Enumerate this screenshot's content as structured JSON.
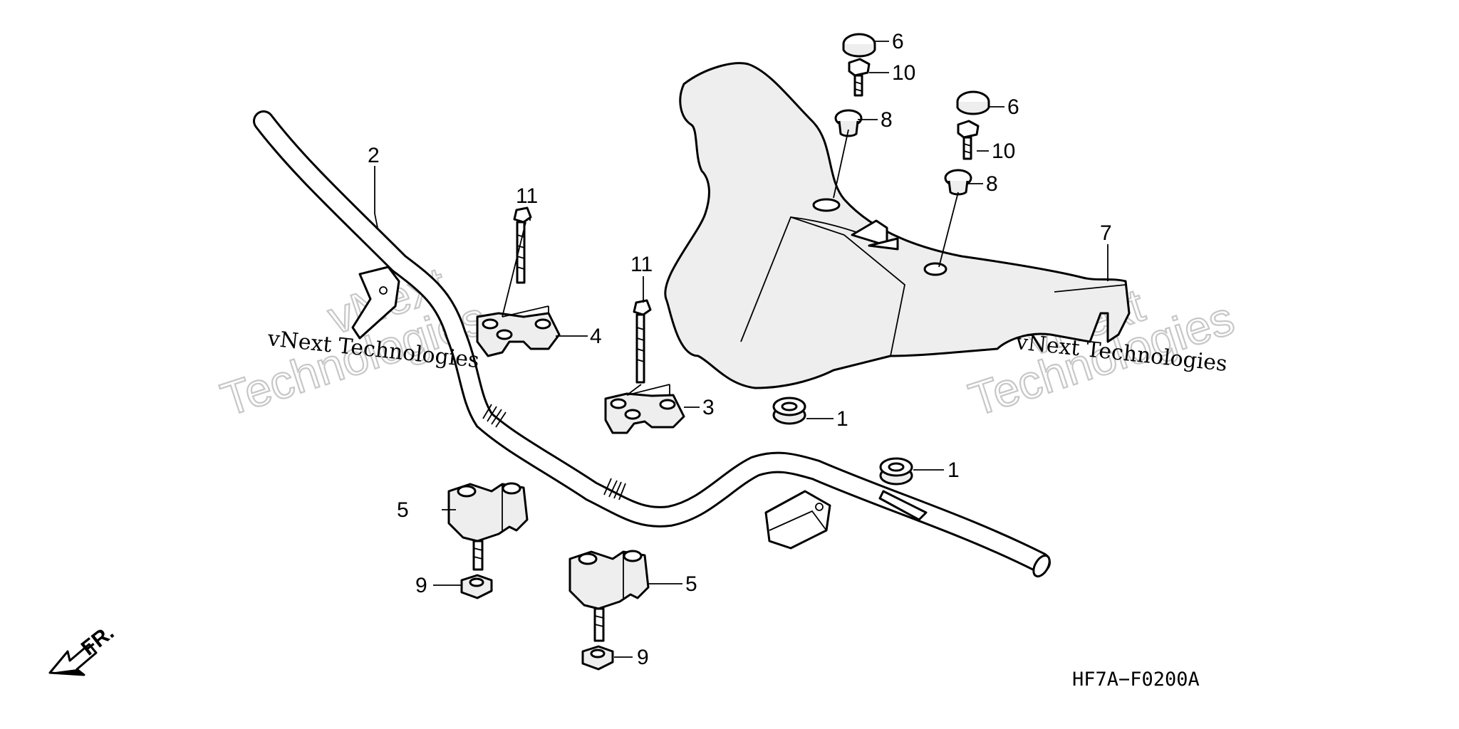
{
  "diagram": {
    "callouts": [
      {
        "id": "c2",
        "label": "2"
      },
      {
        "id": "c11a",
        "label": "11"
      },
      {
        "id": "c4",
        "label": "4"
      },
      {
        "id": "c11b",
        "label": "11"
      },
      {
        "id": "c3",
        "label": "3"
      },
      {
        "id": "c5a",
        "label": "5"
      },
      {
        "id": "c9a",
        "label": "9"
      },
      {
        "id": "c5b",
        "label": "5"
      },
      {
        "id": "c9b",
        "label": "9"
      },
      {
        "id": "c1a",
        "label": "1"
      },
      {
        "id": "c1b",
        "label": "1"
      },
      {
        "id": "c6a",
        "label": "6"
      },
      {
        "id": "c10a",
        "label": "10"
      },
      {
        "id": "c8a",
        "label": "8"
      },
      {
        "id": "c6b",
        "label": "6"
      },
      {
        "id": "c10b",
        "label": "10"
      },
      {
        "id": "c8b",
        "label": "8"
      },
      {
        "id": "c7",
        "label": "7"
      }
    ],
    "direction_label": "FR.",
    "drawing_code": "HF7A−F0200A"
  },
  "watermark": {
    "line1": "vNext Technologies",
    "big1": "vNext",
    "big2": "Technologies"
  },
  "colors": {
    "ink": "#000000",
    "paper": "#ffffff",
    "watermark": "#c7c7c7"
  }
}
